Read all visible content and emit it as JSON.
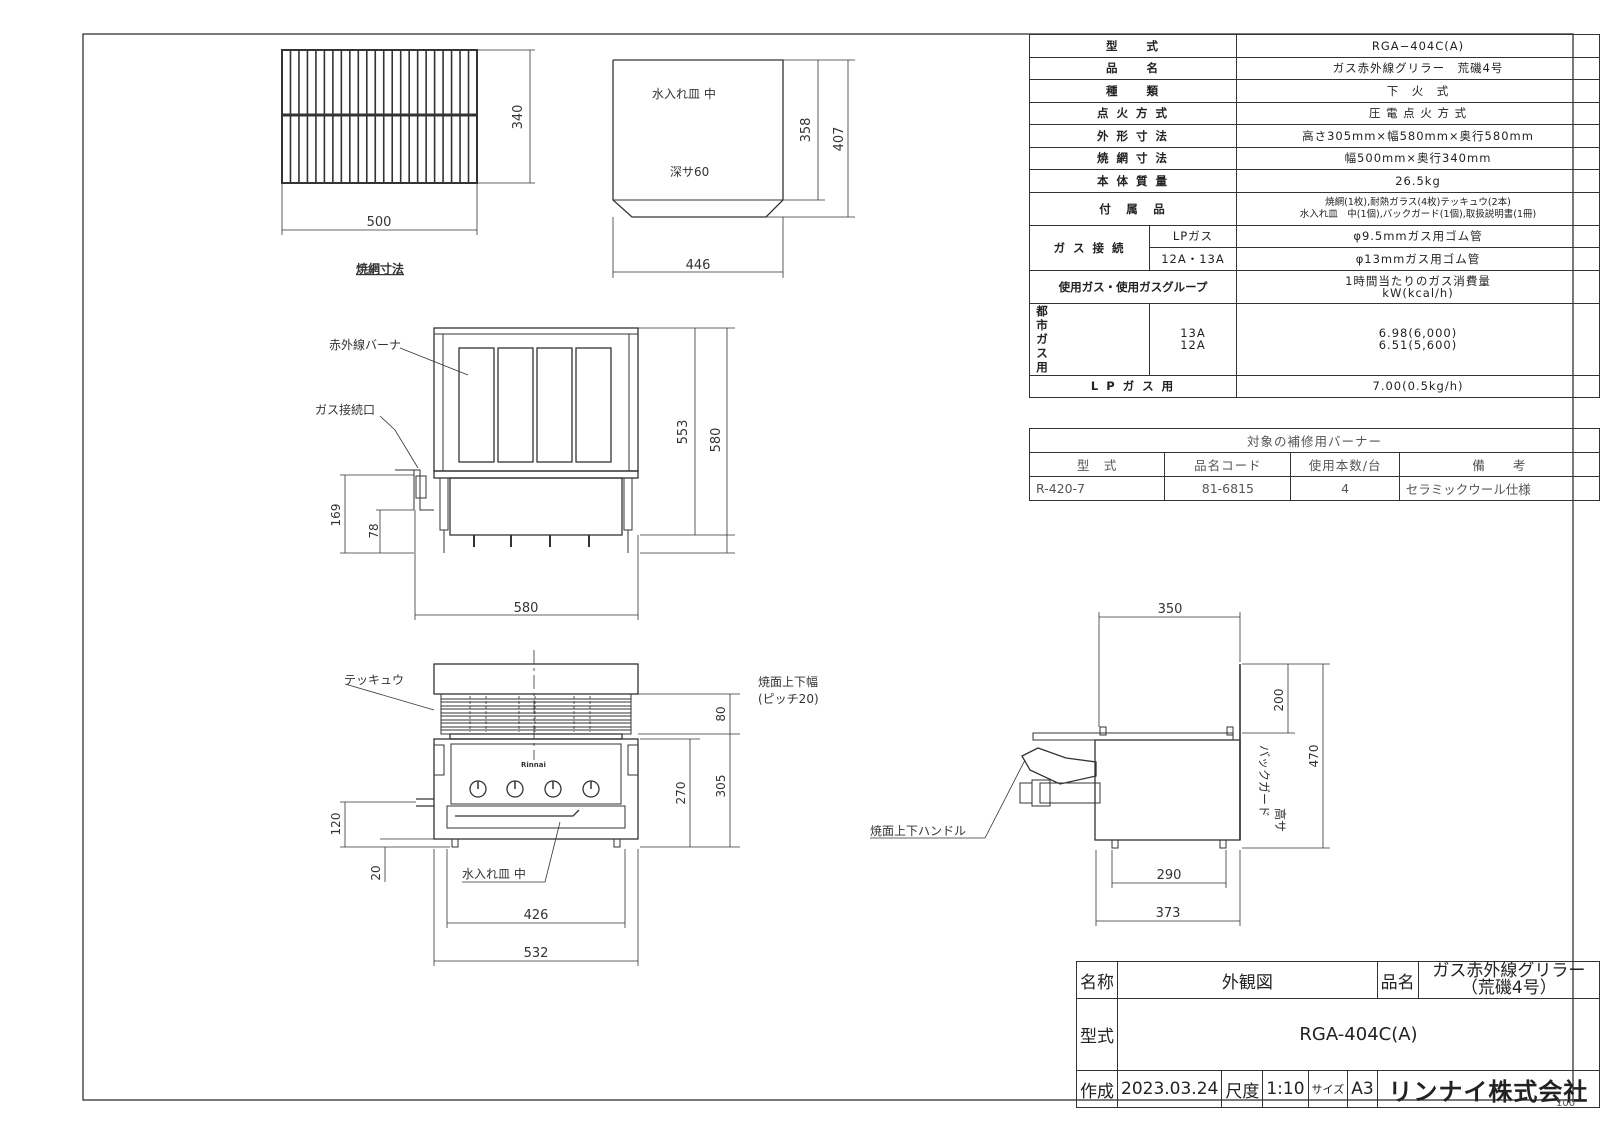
{
  "spec_table": {
    "rows": [
      {
        "label": "型　　式",
        "value": "RGA−404C(A)"
      },
      {
        "label": "品　　名",
        "value": "ガス赤外線グリラー　荒磯4号"
      },
      {
        "label": "種　　類",
        "value": "下　火　式"
      },
      {
        "label": "点 火 方 式",
        "value": "圧 電 点 火 方 式"
      },
      {
        "label": "外 形 寸 法",
        "value": "高さ305mm×幅580mm×奥行580mm"
      },
      {
        "label": "焼 網 寸 法",
        "value": "幅500mm×奥行340mm"
      },
      {
        "label": "本 体 質 量",
        "value": "26.5kg"
      }
    ],
    "accessories_label": "付　属　品",
    "accessories_line1": "焼網(1枚),耐熱ガラス(4枚)テッキュウ(2本)",
    "accessories_line2": "水入れ皿　中(1個),バックガード(1個),取扱説明書(1冊)",
    "gas_connection_label": "ガ ス 接 続",
    "lp_label": "LPガス",
    "lp_value": "φ9.5mmガス用ゴム管",
    "city_label": "12A・13A",
    "city_value": "φ13mmガス用ゴム管",
    "group_label": "使用ガス・使用ガスグループ",
    "consumption_line1": "1時間当たりのガス消費量",
    "consumption_line2": "kW(kcal/h)",
    "city_gas_vertical": [
      "都",
      "市",
      "ガ",
      "ス",
      "用"
    ],
    "city_13a": "13A",
    "city_12a": "12A",
    "value_13a": "6.98(6,000)",
    "value_12a": "6.51(5,600)",
    "lp_use_label": "L P ガ ス 用",
    "lp_use_value": "7.00(0.5kg/h)"
  },
  "parts_table": {
    "title": "対象の補修用バーナー",
    "headers": [
      "型　式",
      "品名コード",
      "使用本数/台",
      "備　　考"
    ],
    "row": [
      "R-420-7",
      "81-6815",
      "4",
      "セラミックウール仕様"
    ]
  },
  "title_block": {
    "name_label": "名称",
    "name_value": "外観図",
    "product_label": "品名",
    "product_line1": "ガス赤外線グリラー",
    "product_line2": "（荒磯4号）",
    "model_label": "型式",
    "model_value": "RGA-404C(A)",
    "created_label": "作成",
    "created_value": "2023.03.24",
    "scale_label": "尺度",
    "scale_value": "1:10",
    "size_label": "サイズ",
    "size_value": "A3",
    "maker": "リンナイ株式会社"
  },
  "drawing_labels": {
    "grill_net_caption": "焼網寸法",
    "water_tray_title": "水入れ皿 中",
    "water_tray_depth": "深サ60",
    "burner": "赤外線バーナ",
    "gas_inlet": "ガス接続口",
    "tekkyu": "テッキュウ",
    "adjust_width": "焼面上下幅",
    "pitch": "(ピッチ20)",
    "water_tray_front": "水入れ皿 中",
    "handle": "焼面上下ハンドル",
    "backguard_v1": "バックガード",
    "backguard_v2": "高サ",
    "brand": "Rinnai",
    "corner_note": "100"
  },
  "dimensions": {
    "net_width": "500",
    "net_depth": "340",
    "tray_width": "446",
    "tray_depth_inner": "358",
    "tray_depth_outer": "407",
    "top_depth1": "553",
    "top_depth2": "580",
    "top_width": "580",
    "gas_h1": "169",
    "gas_h2": "78",
    "front_pitch": "80",
    "front_h1": "270",
    "front_h2": "305",
    "front_gas_h": "120",
    "front_foot": "20",
    "front_w1": "426",
    "front_w2": "532",
    "side_top": "350",
    "side_back": "200",
    "side_total": "470",
    "side_w1": "290",
    "side_w2": "373"
  }
}
